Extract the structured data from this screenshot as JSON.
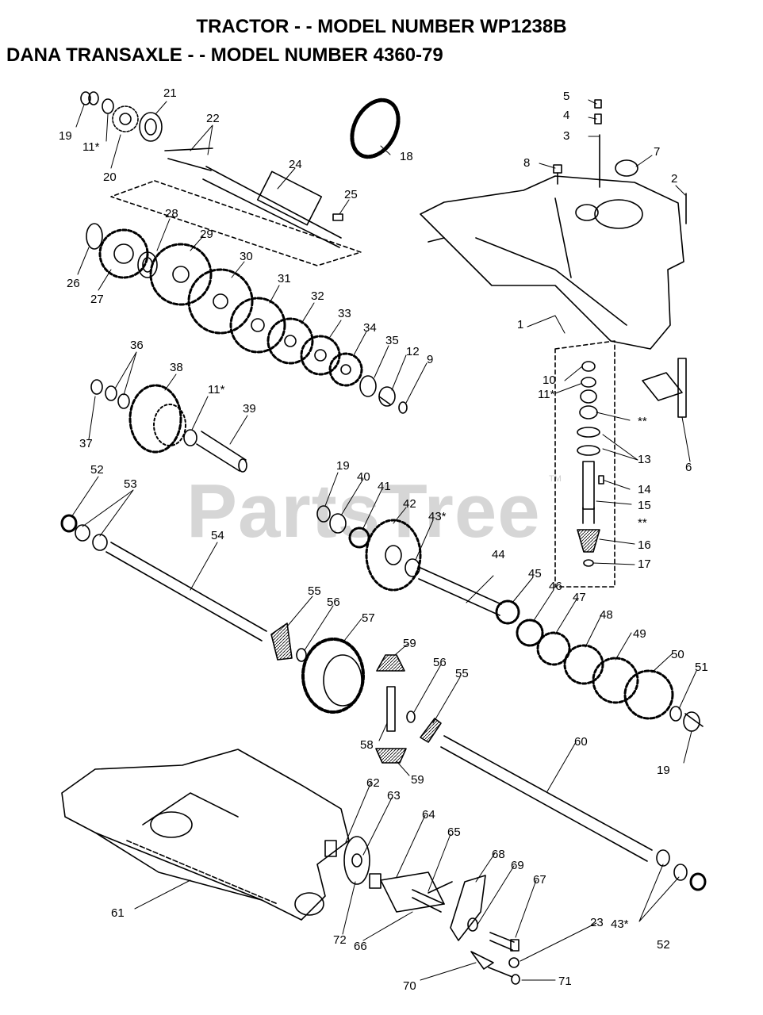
{
  "header": {
    "title": "TRACTOR - - MODEL NUMBER WP1238B",
    "subtitle": "DANA TRANSAXLE - - MODEL NUMBER 4360-79"
  },
  "watermark": {
    "text": "PartsTree",
    "tm": "TM"
  },
  "callouts": [
    {
      "id": "c19a",
      "text": "19"
    },
    {
      "id": "c11a",
      "text": "11*"
    },
    {
      "id": "c20",
      "text": "20"
    },
    {
      "id": "c21",
      "text": "21"
    },
    {
      "id": "c22",
      "text": "22"
    },
    {
      "id": "c18",
      "text": "18"
    },
    {
      "id": "c24",
      "text": "24"
    },
    {
      "id": "c25",
      "text": "25"
    },
    {
      "id": "c26",
      "text": "26"
    },
    {
      "id": "c27",
      "text": "27"
    },
    {
      "id": "c28",
      "text": "28"
    },
    {
      "id": "c29",
      "text": "29"
    },
    {
      "id": "c30",
      "text": "30"
    },
    {
      "id": "c31",
      "text": "31"
    },
    {
      "id": "c32",
      "text": "32"
    },
    {
      "id": "c33",
      "text": "33"
    },
    {
      "id": "c34",
      "text": "34"
    },
    {
      "id": "c35",
      "text": "35"
    },
    {
      "id": "c12",
      "text": "12"
    },
    {
      "id": "c9",
      "text": "9"
    },
    {
      "id": "c36",
      "text": "36"
    },
    {
      "id": "c38",
      "text": "38"
    },
    {
      "id": "c37",
      "text": "37"
    },
    {
      "id": "c11b",
      "text": "11*"
    },
    {
      "id": "c39",
      "text": "39"
    },
    {
      "id": "c5",
      "text": "5"
    },
    {
      "id": "c4",
      "text": "4"
    },
    {
      "id": "c3",
      "text": "3"
    },
    {
      "id": "c8",
      "text": "8"
    },
    {
      "id": "c7",
      "text": "7"
    },
    {
      "id": "c2",
      "text": "2"
    },
    {
      "id": "c1",
      "text": "1"
    },
    {
      "id": "c10",
      "text": "10"
    },
    {
      "id": "c11c",
      "text": "11*"
    },
    {
      "id": "cstar1",
      "text": "**"
    },
    {
      "id": "c13",
      "text": "13"
    },
    {
      "id": "c6",
      "text": "6"
    },
    {
      "id": "c14",
      "text": "14"
    },
    {
      "id": "c15",
      "text": "15"
    },
    {
      "id": "cstar2",
      "text": "**"
    },
    {
      "id": "c16",
      "text": "16"
    },
    {
      "id": "c17",
      "text": "17"
    },
    {
      "id": "c52a",
      "text": "52"
    },
    {
      "id": "c53",
      "text": "53"
    },
    {
      "id": "c54",
      "text": "54"
    },
    {
      "id": "c19b",
      "text": "19"
    },
    {
      "id": "c40",
      "text": "40"
    },
    {
      "id": "c41",
      "text": "41"
    },
    {
      "id": "c42",
      "text": "42"
    },
    {
      "id": "c43a",
      "text": "43*"
    },
    {
      "id": "c44",
      "text": "44"
    },
    {
      "id": "c45",
      "text": "45"
    },
    {
      "id": "c46",
      "text": "46"
    },
    {
      "id": "c47",
      "text": "47"
    },
    {
      "id": "c48",
      "text": "48"
    },
    {
      "id": "c49",
      "text": "49"
    },
    {
      "id": "c50",
      "text": "50"
    },
    {
      "id": "c51",
      "text": "51"
    },
    {
      "id": "c19c",
      "text": "19"
    },
    {
      "id": "c55a",
      "text": "55"
    },
    {
      "id": "c56a",
      "text": "56"
    },
    {
      "id": "c57",
      "text": "57"
    },
    {
      "id": "c59a",
      "text": "59"
    },
    {
      "id": "c56b",
      "text": "56"
    },
    {
      "id": "c55b",
      "text": "55"
    },
    {
      "id": "c58",
      "text": "58"
    },
    {
      "id": "c59b",
      "text": "59"
    },
    {
      "id": "c60",
      "text": "60"
    },
    {
      "id": "c62",
      "text": "62"
    },
    {
      "id": "c63",
      "text": "63"
    },
    {
      "id": "c64",
      "text": "64"
    },
    {
      "id": "c65",
      "text": "65"
    },
    {
      "id": "c68",
      "text": "68"
    },
    {
      "id": "c69",
      "text": "69"
    },
    {
      "id": "c67",
      "text": "67"
    },
    {
      "id": "c61",
      "text": "61"
    },
    {
      "id": "c72",
      "text": "72"
    },
    {
      "id": "c66",
      "text": "66"
    },
    {
      "id": "c23",
      "text": "23"
    },
    {
      "id": "c43b",
      "text": "43*"
    },
    {
      "id": "c52b",
      "text": "52"
    },
    {
      "id": "c70",
      "text": "70"
    },
    {
      "id": "c71",
      "text": "71"
    }
  ]
}
